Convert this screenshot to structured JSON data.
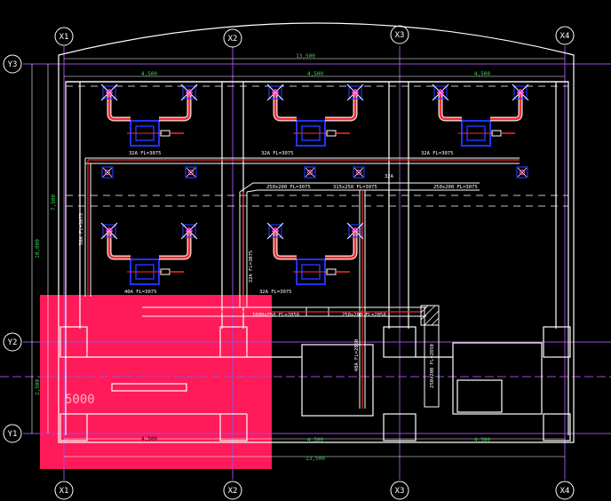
{
  "colors": {
    "background": "#000000",
    "grid_line": "#9a4ddb",
    "wall": "#ffffff",
    "dimension": "#2fd84b",
    "duct_red": "#ff2a2a",
    "fan_coil": "#2233ff",
    "diffuser": "#ff3bd1",
    "highlight_zone": "#ff1a5a"
  },
  "axes": {
    "columns": [
      "X1",
      "X2",
      "X3",
      "X4"
    ],
    "rows": [
      "Y3",
      "Y2",
      "Y1"
    ]
  },
  "dimensions": {
    "overall_top": "13,500",
    "overall_bottom": "13,500",
    "bays_top": [
      "4,500",
      "4,500",
      "4,500"
    ],
    "bays_bottom": [
      "4,500",
      "4,500"
    ],
    "bay_bottom_left": "4,500",
    "left_total": "10,000",
    "left_upper": "7,500",
    "left_lower": "2,500"
  },
  "units": {
    "upper": [
      {
        "label": "32A  FL=3075"
      },
      {
        "label": "32A  FL=3075"
      },
      {
        "label": "32A  FL=3075"
      }
    ],
    "lower": [
      {
        "label": "40A  FL=3075"
      },
      {
        "label": "32A  FL=3075"
      }
    ]
  },
  "duct_labels": {
    "main_1": "250x200  FL=3075",
    "main_2": "315x250  FL=3075",
    "main_3": "32A",
    "main_4": "250x200  FL=3075",
    "riser_left": "50A  FL=3075",
    "riser_mid": "32A  FL=3075",
    "bottom_1": "1000x250  FL=2850",
    "bottom_2": "250x200  FL=2850",
    "vertical_1": "40A  FL=2850",
    "vertical_2": "250x200  FL=2850"
  },
  "zone": {
    "label": "5000"
  }
}
